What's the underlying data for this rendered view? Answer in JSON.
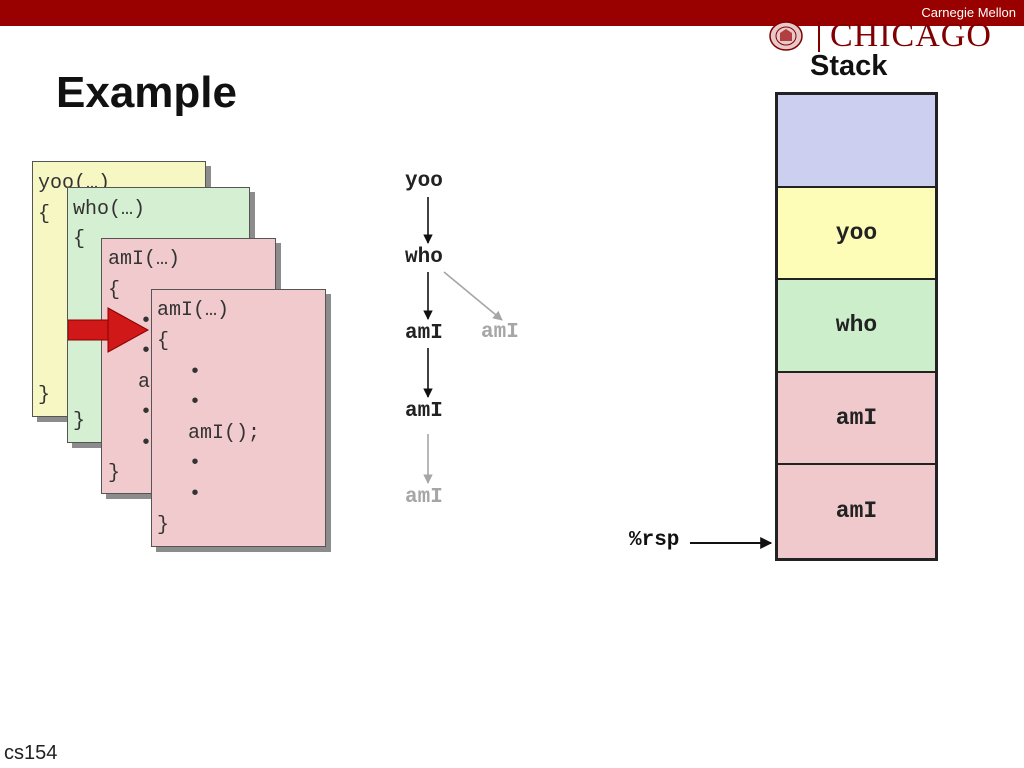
{
  "header": {
    "university": "Carnegie Mellon",
    "logo_text": "CHICAGO",
    "bar_color": "#990000"
  },
  "slide": {
    "title": "Example",
    "footer": "cs154"
  },
  "code_cards": {
    "yoo": {
      "header": "yoo(…)",
      "open": "{",
      "close": "}",
      "bg": "#f7f7c3"
    },
    "who": {
      "header": "who(…)",
      "open": "{",
      "close": "}",
      "bg": "#d4efd1"
    },
    "ami_outer": {
      "header": "amI(…)",
      "open": "{",
      "b1": "•",
      "b2": "•",
      "a": "a",
      "b3": "•",
      "b4": "•",
      "close": "}",
      "bg": "#f0cacd"
    },
    "ami_inner": {
      "header": "amI(…)",
      "open": "{",
      "b1": "•",
      "b2": "•",
      "call": "amI();",
      "b3": "•",
      "b4": "•",
      "close": "}",
      "bg": "#f0cacd"
    }
  },
  "call_tree": {
    "yoo": "yoo",
    "who": "who",
    "ami_1": "amI",
    "ami_side": "amI",
    "ami_2": "amI",
    "ami_3": "amI"
  },
  "stack": {
    "title": "Stack",
    "frames": [
      {
        "label": "",
        "color": "#cccff0"
      },
      {
        "label": "yoo",
        "color": "#fdfdb8"
      },
      {
        "label": "who",
        "color": "#cdeecb"
      },
      {
        "label": "amI",
        "color": "#f0c9cc"
      },
      {
        "label": "amI",
        "color": "#f0c9cc"
      }
    ],
    "pointer": "%rsp"
  }
}
